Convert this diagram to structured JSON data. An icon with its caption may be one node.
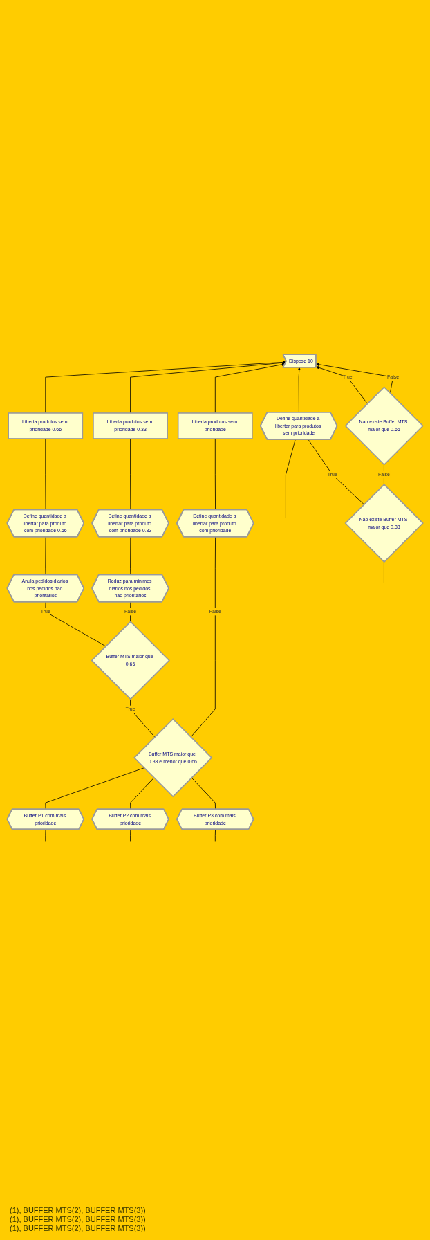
{
  "diagram": {
    "nodes": [
      {
        "text": [
          "Dispose 10"
        ]
      },
      {
        "text": [
          "Liberta produtos sem prioridade 0.66"
        ]
      },
      {
        "text": [
          "Define quantidade a libertar para produto com prioridade 0.66"
        ]
      },
      {
        "text": [
          "Liberta produtos sem prioridade 0.33"
        ]
      },
      {
        "text": [
          "Anula pedidos diarios nos pedidos nao prioritarios"
        ]
      },
      {
        "text": [
          "Define quantidade a libertar para produto com prioridade 0.33"
        ]
      },
      {
        "text": [
          "Buffer MTS maior que 0.66"
        ]
      },
      {
        "text": [
          "Reduz para minimos diarios nos pedidos nao prioritarios"
        ]
      },
      {
        "text": [
          "Liberta produtos sem prioridade"
        ]
      },
      {
        "text": [
          "Buffer MTS maior que 0.33 e menor que 0.66"
        ]
      },
      {
        "text": [
          "Define quantidade a libertar para produto com prioridade"
        ]
      },
      {
        "text": [
          "Define quantidade a libertar para produtos sem prioridade"
        ]
      },
      {
        "text": [
          "Buffer P1 com mais prioridade"
        ]
      },
      {
        "text": [
          "Buffer P2 com mais prioridade"
        ]
      },
      {
        "text": [
          "Buffer P3 com mais prioridade"
        ]
      },
      {
        "text": [
          "Nao existe Buffer MTS maior que 0.33"
        ]
      },
      {
        "text": [
          "Nao existe Buffer MTS maior que 0.66"
        ]
      }
    ],
    "edges": [
      {
        "from": null,
        "to": 12,
        "arrow": "none"
      },
      {
        "from": null,
        "to": 13,
        "arrow": "none"
      },
      {
        "from": null,
        "to": 14,
        "arrow": "none"
      },
      {
        "from": null,
        "to": 15,
        "arrow": "none"
      },
      {
        "from": null,
        "to": 11,
        "arrow": "none"
      },
      {
        "from": 12,
        "to": 9,
        "arrow": "none"
      },
      {
        "from": 13,
        "to": 9,
        "arrow": "none"
      },
      {
        "from": 14,
        "to": 9,
        "arrow": "none"
      },
      {
        "from": 9,
        "to": 6,
        "label": "True",
        "arrow": "none"
      },
      {
        "from": 9,
        "to": 10,
        "label": "False",
        "arrow": "none"
      },
      {
        "from": 6,
        "to": 4,
        "label": "True",
        "arrow": "none"
      },
      {
        "from": 6,
        "to": 7,
        "label": "False",
        "arrow": "none"
      },
      {
        "from": 4,
        "to": 2,
        "arrow": "none"
      },
      {
        "from": 2,
        "to": 1,
        "arrow": "none"
      },
      {
        "from": 1,
        "to": 0,
        "arrow": "to"
      },
      {
        "from": 7,
        "to": 5,
        "arrow": "none"
      },
      {
        "from": 5,
        "to": 3,
        "arrow": "none"
      },
      {
        "from": 3,
        "to": 0,
        "arrow": "to"
      },
      {
        "from": 10,
        "to": 8,
        "arrow": "none"
      },
      {
        "from": 8,
        "to": 0,
        "arrow": "to"
      },
      {
        "from": 15,
        "to": 11,
        "label": "True",
        "arrow": "none"
      },
      {
        "from": 15,
        "to": 16,
        "label": "False",
        "arrow": "none"
      },
      {
        "from": 11,
        "to": 0,
        "arrow": "to"
      },
      {
        "from": 16,
        "to": 0,
        "label": "True",
        "arrow": "to"
      },
      {
        "from": 16,
        "to": 0,
        "label": "False",
        "arrow": "to"
      }
    ],
    "labels": [
      "(1), BUFFER MTS(2), BUFFER MTS(3))",
      "(1), BUFFER MTS(2), BUFFER MTS(3))",
      "(1), BUFFER MTS(2), BUFFER MTS(3))"
    ]
  }
}
